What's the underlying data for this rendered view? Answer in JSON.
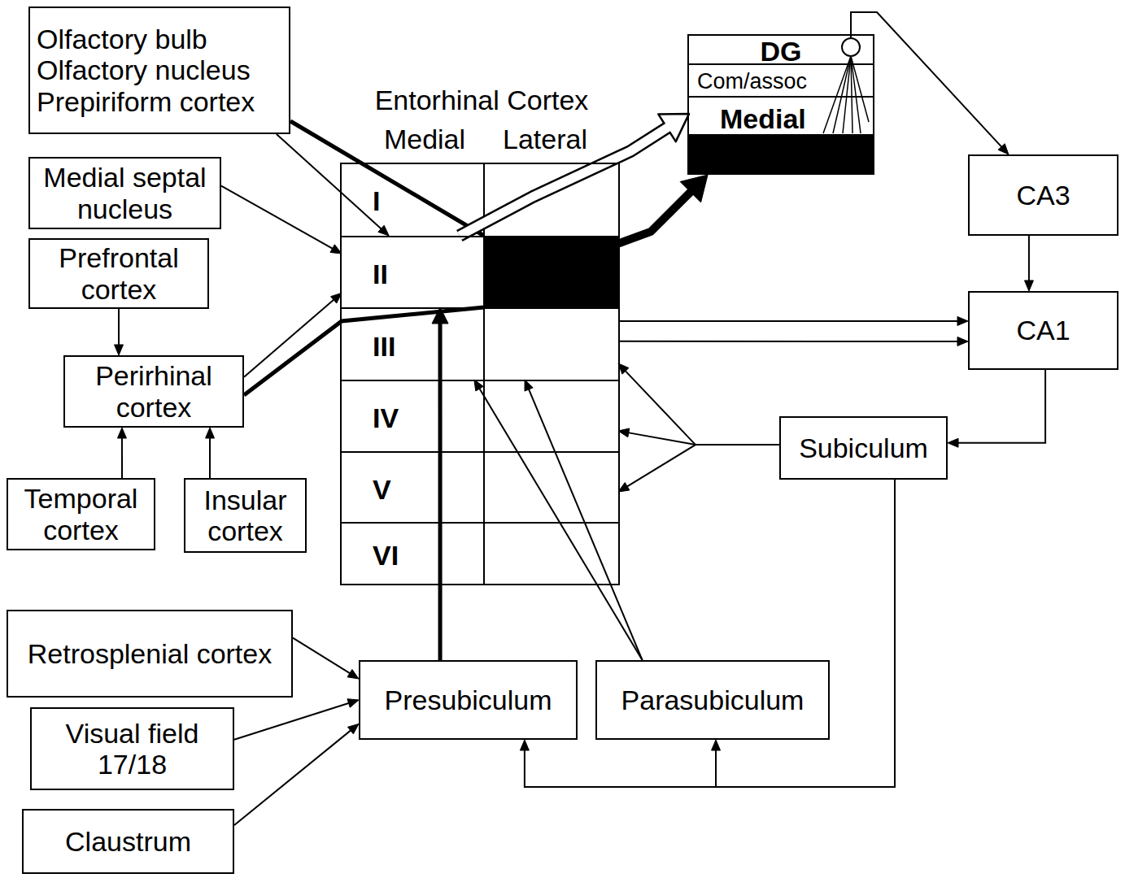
{
  "diagram": {
    "nodes": [
      {
        "text": [
          "Olfactory bulb",
          "Olfactory nucleus",
          "Prepiriform cortex"
        ]
      },
      {
        "text": [
          "Entorhinal Cortex",
          "Medial",
          "Lateral"
        ]
      },
      {
        "text": [
          "I"
        ],
        "in": 1
      },
      {
        "text": [
          "II"
        ],
        "in": 1
      },
      {
        "text": [
          "III"
        ],
        "in": 1
      },
      {
        "text": [
          "IV"
        ],
        "in": 1
      },
      {
        "text": [
          "V"
        ],
        "in": 1
      },
      {
        "text": [
          "VI"
        ],
        "in": 1
      },
      {
        "text": [
          "DG"
        ]
      },
      {
        "text": [
          "Com/assoc"
        ],
        "in": 8
      },
      {
        "text": [
          "Medial"
        ],
        "in": 8
      },
      {
        "text": [
          "Medial septal nucleus"
        ]
      },
      {
        "text": [
          "CA3"
        ]
      },
      {
        "text": [
          "Prefrontal cortex"
        ]
      },
      {
        "text": [
          "CA1"
        ]
      },
      {
        "text": [
          "Perirhinal cortex"
        ]
      },
      {
        "text": [
          "Subiculum"
        ]
      },
      {
        "text": [
          "Temporal cortex"
        ]
      },
      {
        "text": [
          "Insular cortex"
        ]
      },
      {
        "text": [
          "Retrosplenial cortex"
        ]
      },
      {
        "text": [
          "Presubiculum"
        ]
      },
      {
        "text": [
          "Parasubiculum"
        ]
      },
      {
        "text": [
          "Visual field 17/18"
        ]
      },
      {
        "text": [
          "Claustrum"
        ]
      }
    ],
    "edges": [
      {
        "from": 0,
        "to": 3,
        "arrow": "to"
      },
      {
        "from": 0,
        "to": 3,
        "arrow": "none"
      },
      {
        "from": 11,
        "to": 3,
        "arrow": "to"
      },
      {
        "from": 13,
        "to": 15,
        "arrow": "to"
      },
      {
        "from": 17,
        "to": 15,
        "arrow": "to"
      },
      {
        "from": 18,
        "to": 15,
        "arrow": "to"
      },
      {
        "from": 15,
        "to": 3,
        "arrow": "to"
      },
      {
        "from": 15,
        "to": 3,
        "arrow": "none"
      },
      {
        "from": 19,
        "to": 20,
        "arrow": "to"
      },
      {
        "from": 22,
        "to": 20,
        "arrow": "to"
      },
      {
        "from": 23,
        "to": 20,
        "arrow": "to"
      },
      {
        "from": 20,
        "to": 3,
        "arrow": "to"
      },
      {
        "from": 21,
        "to": 4,
        "arrow": "to"
      },
      {
        "from": 21,
        "to": 4,
        "arrow": "to"
      },
      {
        "from": 16,
        "to": 4,
        "arrow": "to"
      },
      {
        "from": 16,
        "to": 5,
        "arrow": "to"
      },
      {
        "from": 16,
        "to": 6,
        "arrow": "to"
      },
      {
        "from": 16,
        "to": 20,
        "arrow": "to"
      },
      {
        "from": 16,
        "to": 21,
        "arrow": "to"
      },
      {
        "from": 14,
        "to": 16,
        "arrow": "to"
      },
      {
        "from": 12,
        "to": 14,
        "arrow": "to"
      },
      {
        "from": 8,
        "to": 12,
        "arrow": "to"
      },
      {
        "from": 4,
        "to": 14,
        "arrow": "to"
      },
      {
        "from": 4,
        "to": 14,
        "arrow": "to"
      },
      {
        "from": 3,
        "to": 8,
        "arrow": "to"
      },
      {
        "from": 3,
        "to": 10,
        "arrow": "to"
      }
    ]
  }
}
